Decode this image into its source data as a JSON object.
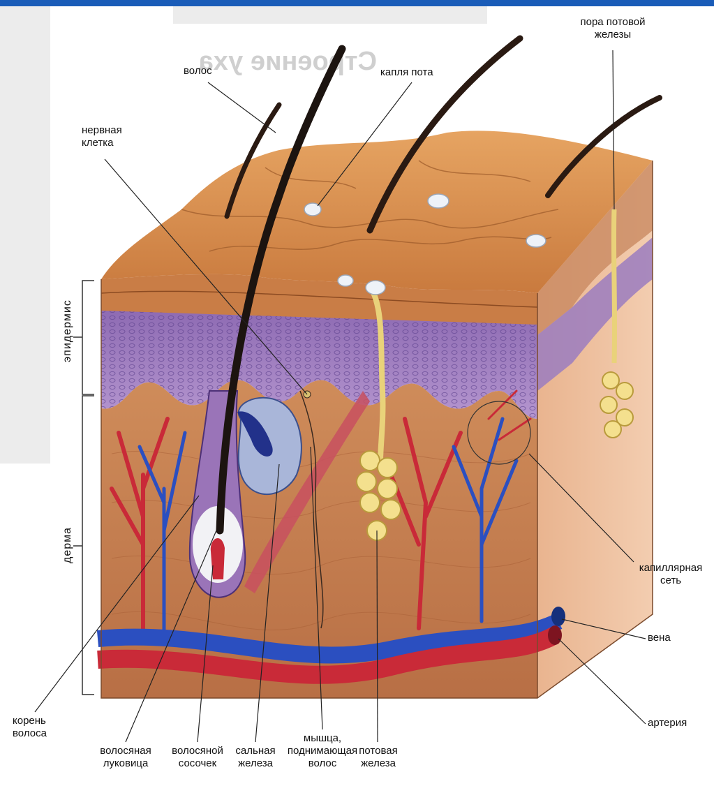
{
  "background_text": {
    "mirrored_title": "Строение уха"
  },
  "sections": {
    "epidermis": "эпидермис",
    "dermis": "дерма"
  },
  "labels": {
    "hair": "волос",
    "sweat_drop": "капля пота",
    "sweat_pore_1": "пора потовой",
    "sweat_pore_2": "железы",
    "nerve_cell_1": "нервная",
    "nerve_cell_2": "клетка",
    "capillary_1": "капиллярная",
    "capillary_2": "сеть",
    "vein": "вена",
    "artery": "артерия",
    "hair_root_1": "корень",
    "hair_root_2": "волоса",
    "hair_bulb_1": "волосяная",
    "hair_bulb_2": "луковица",
    "hair_papilla_1": "волосяной",
    "hair_papilla_2": "сосочек",
    "sebaceous_1": "сальная",
    "sebaceous_2": "железа",
    "muscle_1": "мышца,",
    "muscle_2": "поднимающая",
    "muscle_3": "волос",
    "sweat_gland_1": "потовая",
    "sweat_gland_2": "железа"
  },
  "colors": {
    "accent_bar": "#1a5cb8",
    "skin_surface": "#d8954f",
    "epidermis": "#9a74b8",
    "dermis": "#c98556",
    "artery": "#c92a38",
    "vein": "#2b4fc0"
  }
}
